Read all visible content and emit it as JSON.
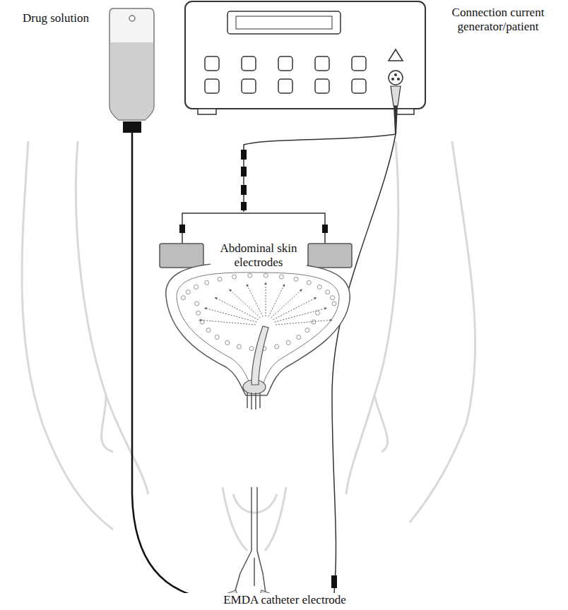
{
  "diagram": {
    "labels": [
      "Drug solution",
      "Connection current generator/patient",
      "Abdominal skin electrodes",
      "EMDA catheter electrode"
    ]
  }
}
